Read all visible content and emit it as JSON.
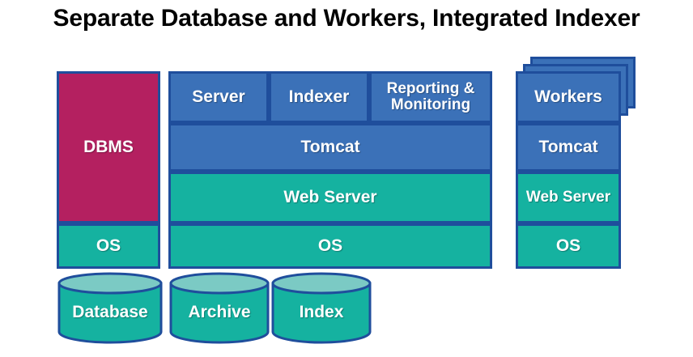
{
  "title": "Separate Database and Workers, Integrated Indexer",
  "colors": {
    "blue": "#3B71B8",
    "teal": "#15B2A0",
    "magenta": "#B42060",
    "border": "#1F4E9C",
    "cylinder_top": "#7BCAC4",
    "title_text": "#000000",
    "box_text": "#FFFFFF",
    "background": "#FFFFFF"
  },
  "database_stack": {
    "name": "database-server",
    "layers": [
      {
        "label": "DBMS",
        "color": "magenta"
      },
      {
        "label": "OS",
        "color": "teal"
      }
    ]
  },
  "app_stack": {
    "name": "application-server",
    "top_row": [
      {
        "label": "Server",
        "color": "blue"
      },
      {
        "label": "Indexer",
        "color": "blue"
      },
      {
        "label": "Reporting & Monitoring",
        "color": "blue"
      }
    ],
    "layers": [
      {
        "label": "Tomcat",
        "color": "blue"
      },
      {
        "label": "Web Server",
        "color": "teal"
      },
      {
        "label": "OS",
        "color": "teal"
      }
    ]
  },
  "worker_stack": {
    "name": "worker-servers",
    "stacked_copies": 2,
    "layers": [
      {
        "label": "Workers",
        "color": "blue"
      },
      {
        "label": "Tomcat",
        "color": "blue"
      },
      {
        "label": "Web Server",
        "color": "teal"
      },
      {
        "label": "OS",
        "color": "teal"
      }
    ]
  },
  "storage": [
    {
      "label": "Database",
      "name": "database-cylinder"
    },
    {
      "label": "Archive",
      "name": "archive-cylinder"
    },
    {
      "label": "Index",
      "name": "index-cylinder"
    }
  ]
}
